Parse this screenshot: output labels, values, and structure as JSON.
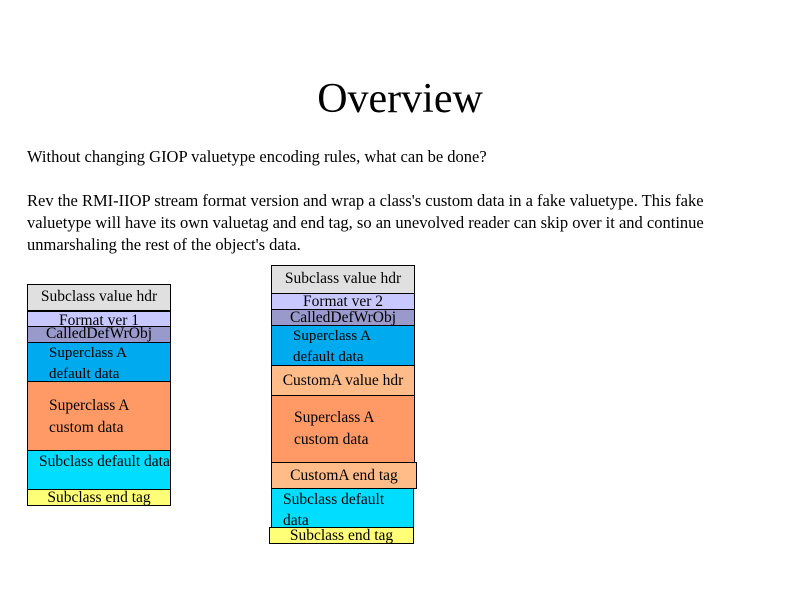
{
  "slide": {
    "title": "Overview",
    "question": "Without changing GIOP valuetype encoding rules, what can be done?",
    "answer": "Rev the RMI-IIOP stream format version and wrap a class's custom data in a fake valuetype.  This fake valuetype will have its own valuetag and end tag, so an unevolved reader can skip over it and continue unmarshaling the rest of the object's data."
  },
  "colors": {
    "header_gray": "#e0e0e0",
    "format_lavender": "#c8c8ff",
    "called_purple": "#9999cc",
    "superclass_blue": "#00aaee",
    "custom_orange": "#ff9966",
    "customA_tag_peach": "#ffbb88",
    "subclass_cyan": "#00ddff",
    "endtag_yellow": "#ffff77"
  },
  "left_stack": {
    "subclass_value_hdr": "Subclass value hdr",
    "format_ver": "Format ver 1",
    "called_def": "CalledDefWrObj",
    "superclass_default": "Superclass A default data",
    "superclass_custom": "Superclass A custom data",
    "subclass_default": "Subclass default data",
    "subclass_end_tag": "Subclass end tag"
  },
  "right_stack": {
    "subclass_value_hdr": "Subclass value hdr",
    "format_ver": "Format ver 2",
    "called_def": "CalledDefWrObj",
    "superclass_default": "Superclass A default data",
    "customA_value_hdr": "CustomA value hdr",
    "superclass_custom": "Superclass A custom data",
    "customA_end_tag": "CustomA end tag",
    "subclass_default": "Subclass default data",
    "subclass_end_tag": "Subclass end tag"
  }
}
